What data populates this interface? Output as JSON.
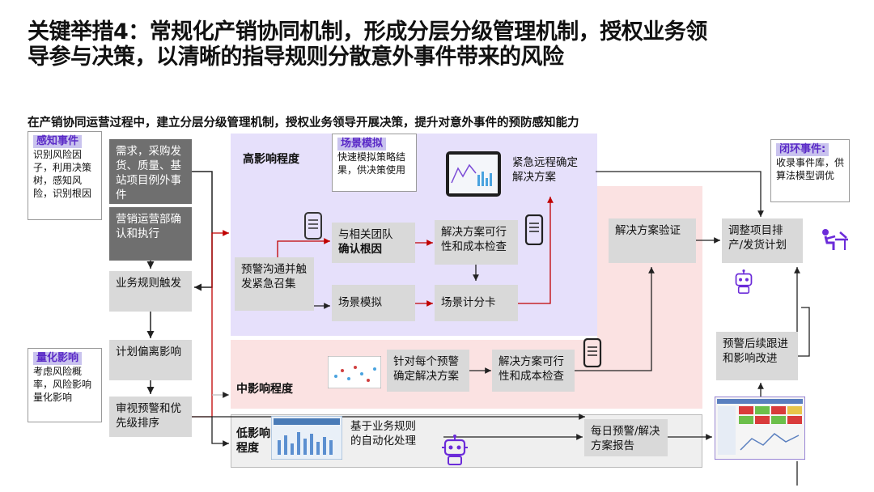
{
  "title_lines": [
    "关键举措4：常规化产销协同机制，形成分层分级管理机制，授权业务领",
    "导参与决策，以清晰的指导规则分散意外事件带来的风险"
  ],
  "subtitle": "在产销协同运营过程中，建立分层分级管理机制，授权业务领导开展决策，提升对意外事件的预防感知能力",
  "sense": {
    "head": "感知事件",
    "body": "识别风险因子，利用决策树，感知风险，识别根因"
  },
  "quantify": {
    "head": "量化影响",
    "body": "考虑风险概率，风险影响量化影响"
  },
  "closed_loop": {
    "head": "闭环事件:",
    "body": "收录事件库，供算法模型调优"
  },
  "scenario_note": {
    "head": "场景模拟",
    "body": "快速模拟策略结果，供决策使用"
  },
  "levels": {
    "high": "高影响程度",
    "mid": "中影响程度",
    "low_1": "低影响",
    "low_2": "程度"
  },
  "left_flow": {
    "demand": "需求，采购发货、质量、基站项目例外事件",
    "marketing": "营销运营部确认和执行",
    "rule": "业务规则触发",
    "deviation": "计划偏离影响",
    "review": "审视预警和优先级排序"
  },
  "high_flow": {
    "warn": "预警沟通并触发紧急召集",
    "team_1": "与相关团队",
    "team_2": "确认根因",
    "feasible": "解决方案可行性和成本检查",
    "sim": "场景模拟",
    "score": "场景计分卡",
    "remote": "紧急远程确定解决方案"
  },
  "mid_flow": {
    "each": "针对每个预警确定解决方案",
    "check": "解决方案可行性和成本检查"
  },
  "low_flow": {
    "auto": "基于业务规则的自动化处理",
    "daily": "每日预警/解决方案报告"
  },
  "right_flow": {
    "verify": "解决方案验证",
    "adjust": "调整项目排产/发货计划",
    "follow": "预警后续跟进和影响改进"
  },
  "colors": {
    "purple_zone": "#e6e0fb",
    "pink_zone": "#fbe2e2",
    "grey_zone": "#efefef",
    "box_grey": "#d9d9d9",
    "box_dark": "#6f6f6f",
    "accent": "#6b2bd9",
    "arrow_red": "#c00000"
  },
  "icons": [
    "tablet-chart-icon",
    "phone-icon",
    "robot-icon",
    "person-at-desk-icon",
    "dashboard-screenshot-icon"
  ]
}
